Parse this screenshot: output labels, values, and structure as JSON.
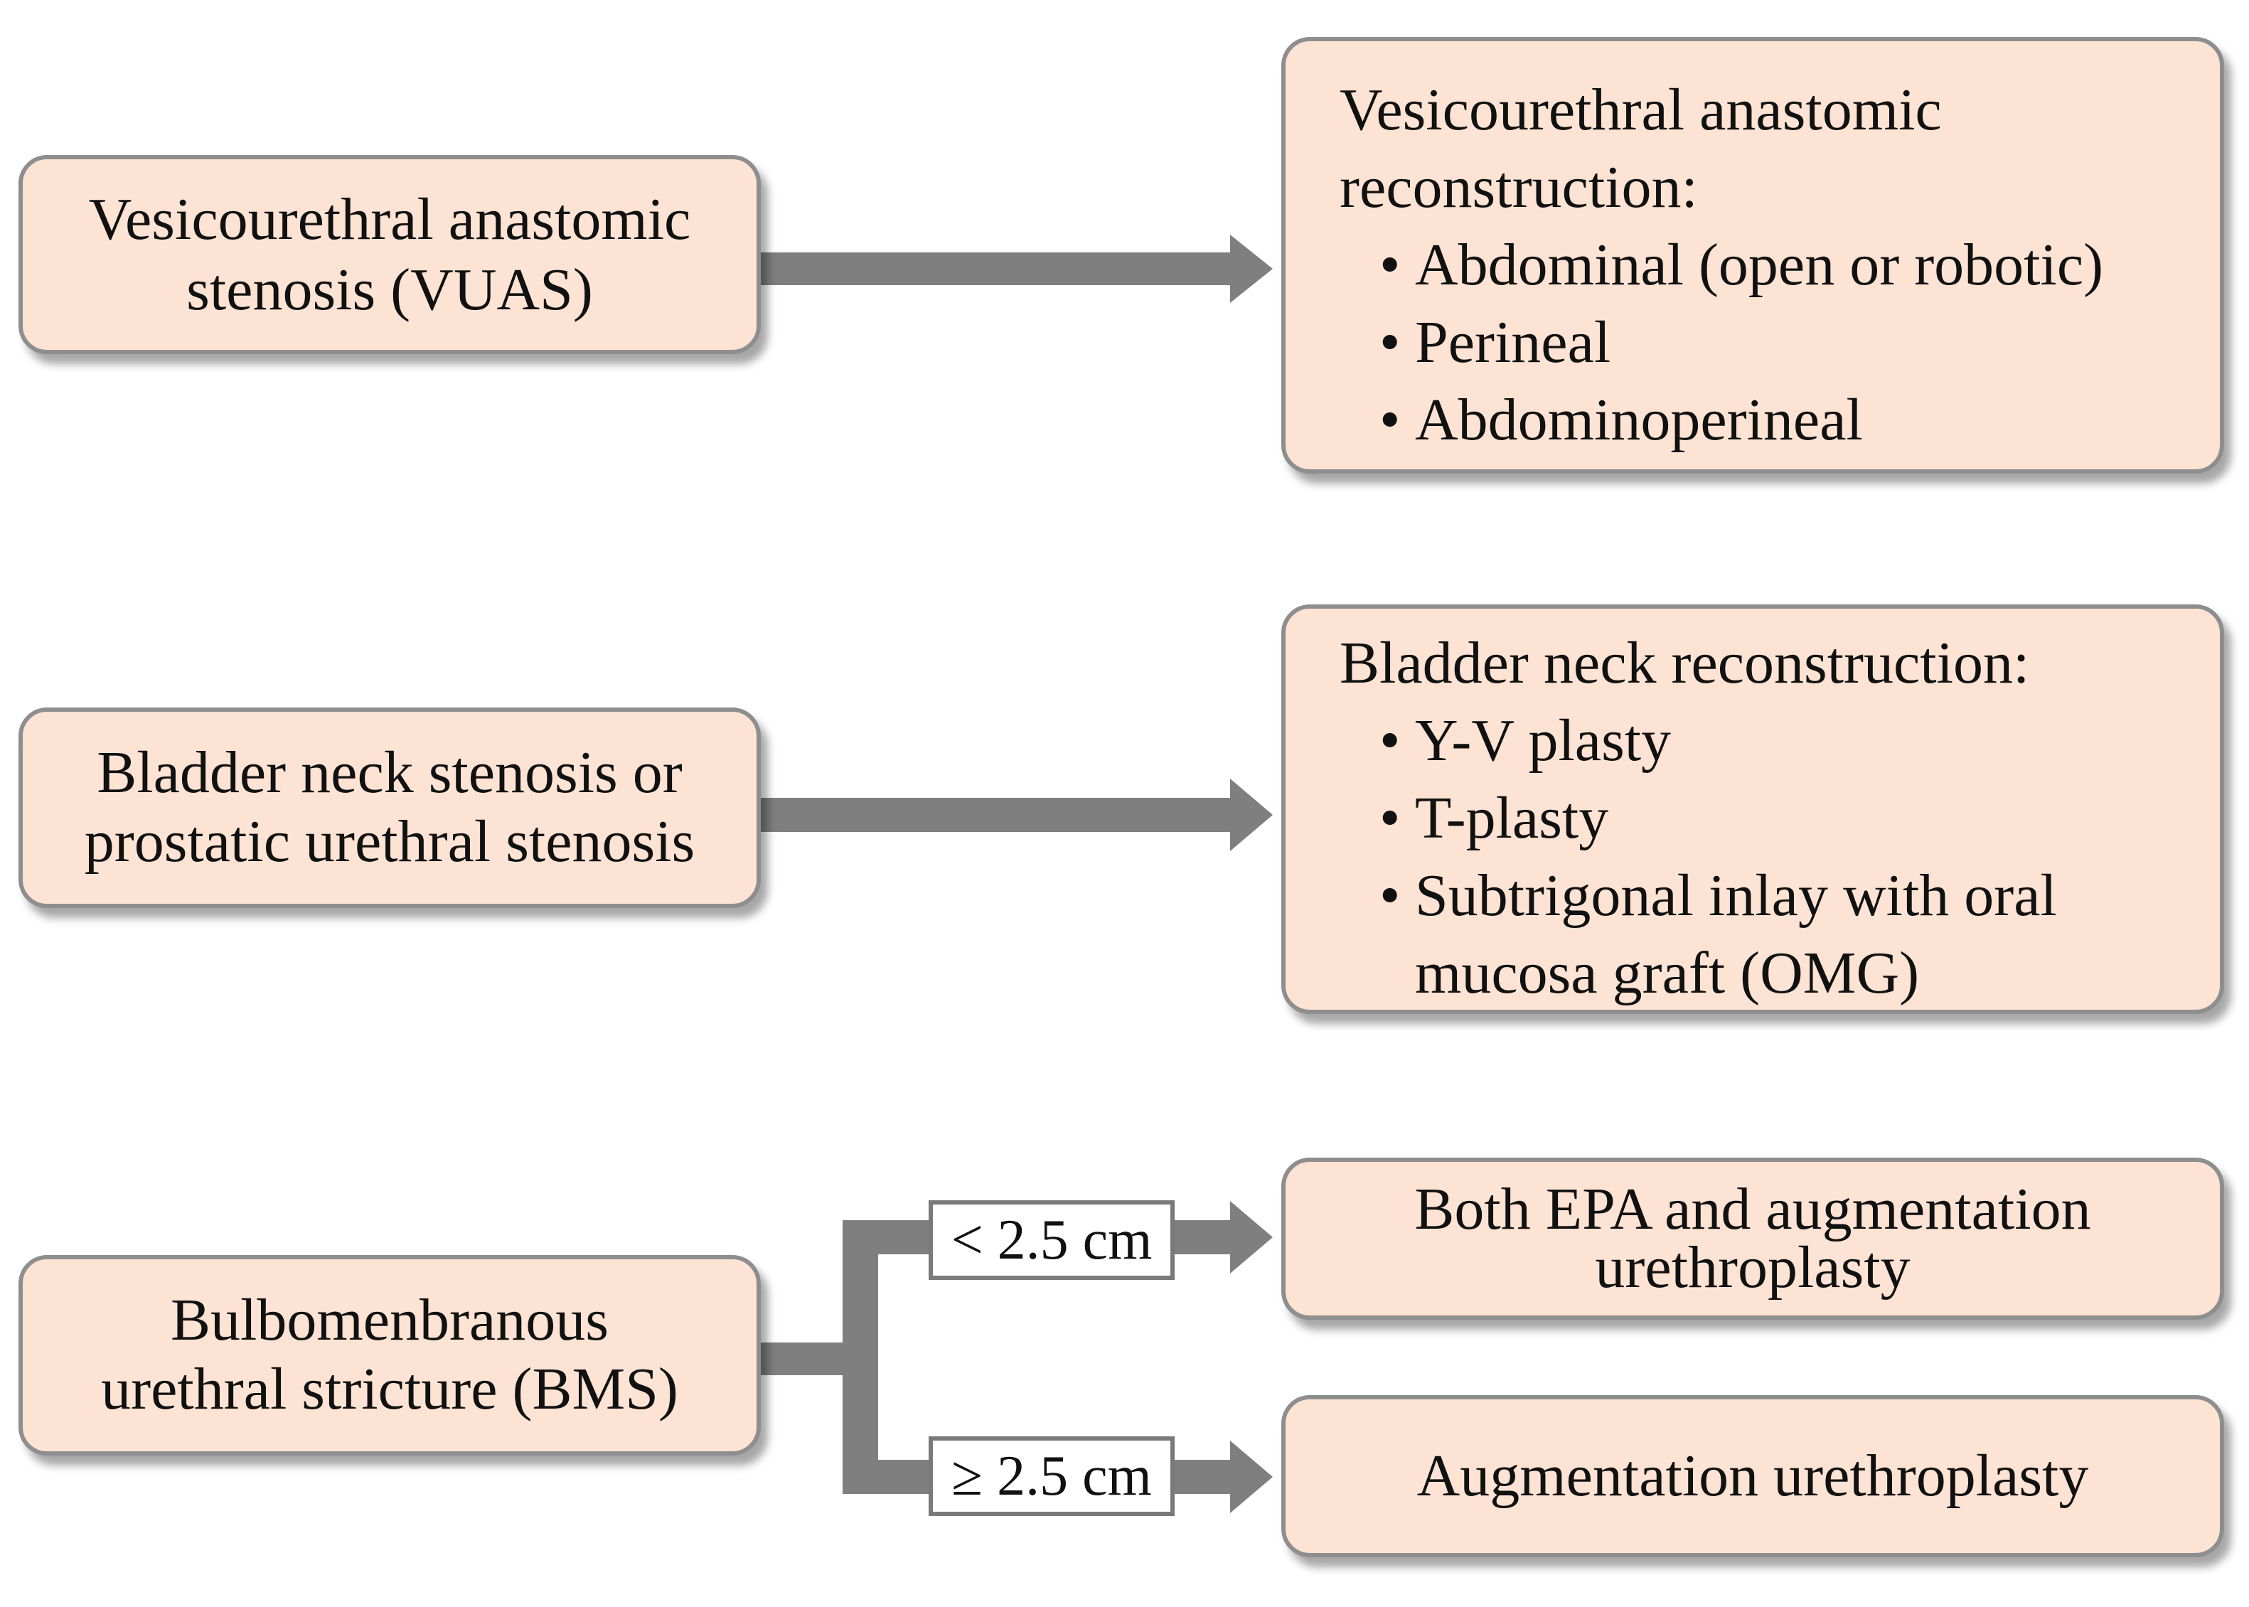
{
  "colors": {
    "box_fill": "#fde3d4",
    "box_border": "#8e8e8e",
    "arrow": "#7f7f7f"
  },
  "conditions": {
    "vuas": {
      "line1": "Vesicourethral anastomic",
      "line2": "stenosis (VUAS)"
    },
    "bns": {
      "line1": "Bladder neck stenosis or",
      "line2": "prostatic urethral stenosis"
    },
    "bms": {
      "line1": "Bulbomenbranous",
      "line2": "urethral stricture (BMS)"
    }
  },
  "treatments": {
    "vuas": {
      "heading_line1": "Vesicourethral anastomic",
      "heading_line2": "reconstruction:",
      "items": [
        "Abdominal (open or robotic)",
        "Perineal",
        "Abdominoperineal"
      ]
    },
    "bns": {
      "heading": "Bladder neck reconstruction:",
      "items": [
        "Y-V plasty",
        "T-plasty",
        "Subtrigonal inlay with oral"
      ],
      "item_continuation": "mucosa graft (OMG)"
    },
    "bms_short": {
      "line1": "Both EPA and augmentation",
      "line2": "urethroplasty"
    },
    "bms_long": {
      "line1": "Augmentation urethroplasty"
    }
  },
  "length_conditions": {
    "short": "< 2.5 cm",
    "long": "≥ 2.5 cm"
  },
  "bullet_glyph": "•"
}
